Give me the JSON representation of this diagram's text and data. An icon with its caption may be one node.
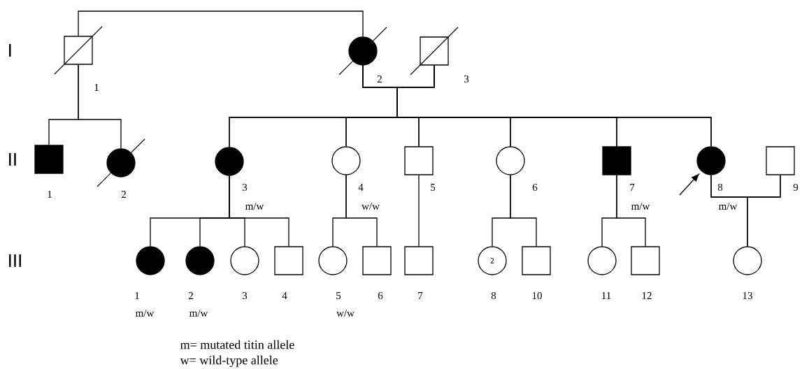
{
  "diagram": {
    "nodes": [
      {
        "text": [],
        "shape": "box",
        "beside": [
          "1"
        ]
      },
      {
        "text": [],
        "shape": "circle",
        "beside": [
          "2"
        ]
      },
      {
        "text": [],
        "shape": "box",
        "beside": [
          "3"
        ]
      },
      {
        "text": [],
        "shape": "box",
        "beside": [
          "1"
        ]
      },
      {
        "text": [],
        "shape": "circle",
        "beside": [
          "2"
        ]
      },
      {
        "text": [],
        "shape": "circle",
        "beside": [
          "3",
          "m/w"
        ]
      },
      {
        "text": [],
        "shape": "circle",
        "beside": [
          "4",
          "w/w"
        ]
      },
      {
        "text": [],
        "shape": "box",
        "beside": [
          "5"
        ]
      },
      {
        "text": [],
        "shape": "circle",
        "beside": [
          "6"
        ]
      },
      {
        "text": [],
        "shape": "box",
        "beside": [
          "7",
          "m/w"
        ]
      },
      {
        "text": [],
        "shape": "circle",
        "beside": [
          "8",
          "m/w"
        ]
      },
      {
        "text": [],
        "shape": "box",
        "beside": [
          "9"
        ]
      },
      {
        "text": [],
        "shape": "circle",
        "beside": [
          "1",
          "m/w"
        ]
      },
      {
        "text": [],
        "shape": "circle",
        "beside": [
          "2",
          "m/w"
        ]
      },
      {
        "text": [],
        "shape": "circle",
        "beside": [
          "3"
        ]
      },
      {
        "text": [],
        "shape": "box",
        "beside": [
          "4"
        ]
      },
      {
        "text": [],
        "shape": "circle",
        "beside": [
          "5",
          "w/w"
        ]
      },
      {
        "text": [],
        "shape": "box",
        "beside": [
          "6"
        ]
      },
      {
        "text": [],
        "shape": "box",
        "beside": [
          "7"
        ]
      },
      {
        "text": [
          "2"
        ],
        "beside": [
          "8"
        ]
      },
      {
        "text": [],
        "shape": "box",
        "beside": [
          "10"
        ]
      },
      {
        "text": [],
        "shape": "circle",
        "beside": [
          "11"
        ]
      },
      {
        "text": [],
        "shape": "box",
        "beside": [
          "12"
        ]
      },
      {
        "text": [],
        "shape": "circle",
        "beside": [
          "13"
        ]
      }
    ],
    "edges": [
      {
        "from": 0,
        "to": 1,
        "arrow": "none"
      },
      {
        "from": 1,
        "to": 2,
        "arrow": "none"
      },
      {
        "from": 0,
        "to": 3,
        "arrow": "none"
      },
      {
        "from": 0,
        "to": 4,
        "arrow": "none"
      },
      {
        "from": 1,
        "to": 5,
        "arrow": "none"
      },
      {
        "from": 1,
        "to": 6,
        "arrow": "none"
      },
      {
        "from": 1,
        "to": 7,
        "arrow": "none"
      },
      {
        "from": 1,
        "to": 8,
        "arrow": "none"
      },
      {
        "from": 1,
        "to": 9,
        "arrow": "none"
      },
      {
        "from": 1,
        "to": 10,
        "arrow": "none"
      },
      {
        "from": 2,
        "to": 5,
        "arrow": "none"
      },
      {
        "from": 2,
        "to": 6,
        "arrow": "none"
      },
      {
        "from": 2,
        "to": 7,
        "arrow": "none"
      },
      {
        "from": 2,
        "to": 8,
        "arrow": "none"
      },
      {
        "from": 2,
        "to": 9,
        "arrow": "none"
      },
      {
        "from": 2,
        "to": 10,
        "arrow": "none"
      },
      {
        "from": 10,
        "to": 11,
        "arrow": "none"
      },
      {
        "from": 5,
        "to": 12,
        "arrow": "none"
      },
      {
        "from": 5,
        "to": 13,
        "arrow": "none"
      },
      {
        "from": 5,
        "to": 14,
        "arrow": "none"
      },
      {
        "from": 5,
        "to": 15,
        "arrow": "none"
      },
      {
        "from": 6,
        "to": 16,
        "arrow": "none"
      },
      {
        "from": 6,
        "to": 17,
        "arrow": "none"
      },
      {
        "from": 7,
        "to": 18,
        "arrow": "none"
      },
      {
        "from": 8,
        "to": 19,
        "arrow": "none"
      },
      {
        "from": 8,
        "to": 20,
        "arrow": "none"
      },
      {
        "from": 9,
        "to": 21,
        "arrow": "none"
      },
      {
        "from": 9,
        "to": 22,
        "arrow": "none"
      },
      {
        "from": 10,
        "to": 23,
        "arrow": "none"
      },
      {
        "from": 11,
        "to": 23,
        "arrow": "none"
      },
      {
        "from": null,
        "to": 10,
        "arrow": "to"
      }
    ],
    "labels": [
      "I",
      "II",
      "III",
      "m= mutated titin allele",
      "w= wild-type allele"
    ]
  }
}
